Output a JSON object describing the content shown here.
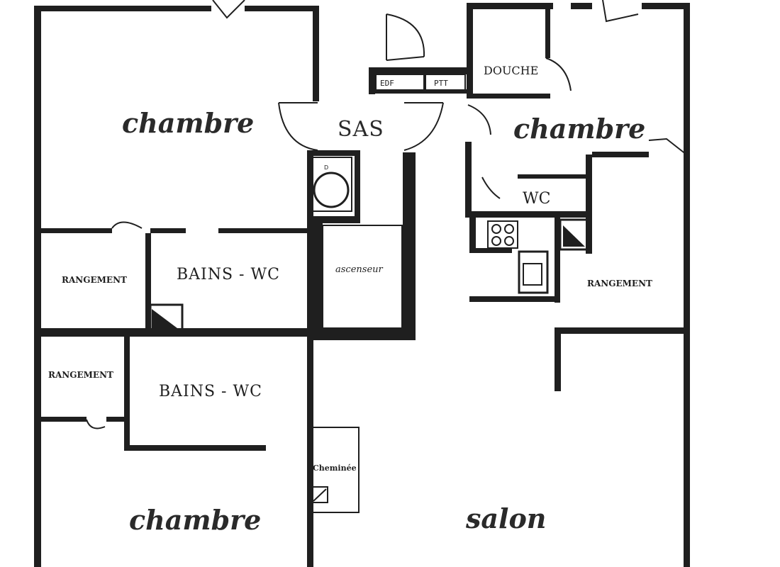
{
  "rooms": {
    "chambre_top_left": "chambre",
    "sas": "SAS",
    "chambre_top_right": "chambre",
    "douche": "DOUCHE",
    "wc": "WC",
    "rangement_left_upper": "RANGEMENT",
    "bains_wc_upper": "BAINS - WC",
    "ascenseur": "ascenseur",
    "rangement_right": "RANGEMENT",
    "rangement_left_lower": "RANGEMENT",
    "bains_wc_lower": "BAINS - WC",
    "cheminee": "Cheminée",
    "chambre_bottom_left": "chambre",
    "salon": "salon"
  },
  "meters": {
    "edf": "EDF",
    "ptt": "PTT"
  },
  "fixtures": {
    "boiler_label": "D"
  },
  "colors": {
    "wall": "#1f1f1f",
    "text": "#2a2a2a",
    "background": "#ffffff"
  }
}
